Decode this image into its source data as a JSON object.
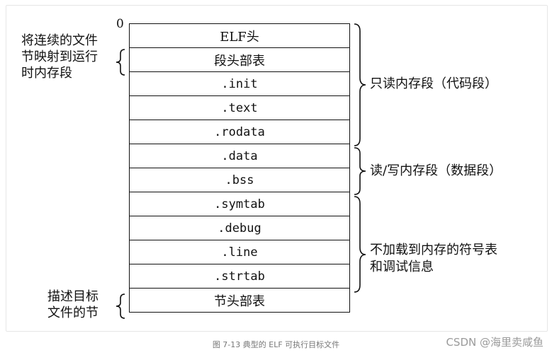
{
  "diagram": {
    "offset_label": "0",
    "sections": [
      {
        "label": "ELF头",
        "style": "elf"
      },
      {
        "label": "段头部表",
        "style": "cn"
      },
      {
        "label": ".init",
        "style": "mono"
      },
      {
        "label": ".text",
        "style": "mono"
      },
      {
        "label": ".rodata",
        "style": "mono"
      },
      {
        "label": ".data",
        "style": "mono"
      },
      {
        "label": ".bss",
        "style": "mono"
      },
      {
        "label": ".symtab",
        "style": "mono"
      },
      {
        "label": ".debug",
        "style": "mono"
      },
      {
        "label": ".line",
        "style": "mono"
      },
      {
        "label": ".strtab",
        "style": "mono"
      },
      {
        "label": "节头部表",
        "style": "cn"
      }
    ],
    "left_annotations": {
      "mapped": {
        "line1": "将连续的文件",
        "line2": "节映射到运行",
        "line3": "时内存段"
      },
      "describe": {
        "line1": "描述目标",
        "line2": "文件的节"
      }
    },
    "right_annotations": {
      "readonly": "只读内存段（代码段）",
      "readwrite": "读/写内存段（数据段）",
      "notloaded": {
        "line1": "不加载到内存的符号表",
        "line2": "和调试信息"
      }
    },
    "caption": "图 7-13 典型的 ELF 可执行目标文件",
    "watermark": "CSDN @海里卖咸鱼"
  }
}
